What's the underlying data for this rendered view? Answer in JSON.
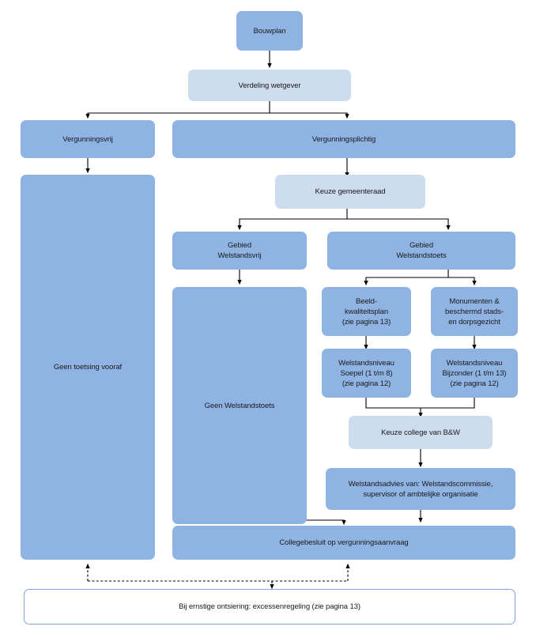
{
  "diagram": {
    "title": "Welstandstoets stroomschema",
    "colors": {
      "node_primary": "#8FB4E3",
      "node_secondary": "#CDDCEE",
      "node_outline": "#7FAADD",
      "connector": "#000000",
      "background": "#FFFFFF"
    },
    "nodes": [
      {
        "id": "bouwplan",
        "label": "Bouwplan"
      },
      {
        "id": "verdeling",
        "label": "Verdeling wetgever"
      },
      {
        "id": "vergunningsvrij",
        "label": "Vergunningsvrij"
      },
      {
        "id": "vergunningsplichtig",
        "label": "Vergunningsplichtig"
      },
      {
        "id": "geen_toetsing",
        "label": "Geen toetsing vooraf"
      },
      {
        "id": "keuze_raad",
        "label": "Keuze gemeenteraad"
      },
      {
        "id": "gebied_vrij",
        "label": "Gebied\nWelstandsvrij"
      },
      {
        "id": "gebied_toets",
        "label": "Gebied\nWelstandstoets"
      },
      {
        "id": "geen_welstandstoets",
        "label": "Geen Welstandstoets"
      },
      {
        "id": "beeldkwaliteit",
        "label": "Beeld-\nkwaliteitsplan\n(zie pagina 13)"
      },
      {
        "id": "monumenten",
        "label": "Monumenten &\nbeschermd stads-\nen dorpsgezicht"
      },
      {
        "id": "niveau_soepel",
        "label": "Welstandsniveau\nSoepel (1 t/m 8)\n(zie pagina 12)"
      },
      {
        "id": "niveau_bijzonder",
        "label": "Welstandsniveau\nBijzonder (1 t/m 13)\n(zie pagina 12)"
      },
      {
        "id": "keuze_bw",
        "label": "Keuze college van B&W"
      },
      {
        "id": "welstandsadvies",
        "label": "Welstandsadvies van: Welstandscommissie,\nsupervisor of ambtelijke organisatie"
      },
      {
        "id": "collegebesluit",
        "label": "Collegebesluit op vergunningsaanvraag"
      },
      {
        "id": "excessen",
        "label": "Bij ernstige ontsiering: excessenregeling (zie pagina 13)"
      }
    ]
  }
}
